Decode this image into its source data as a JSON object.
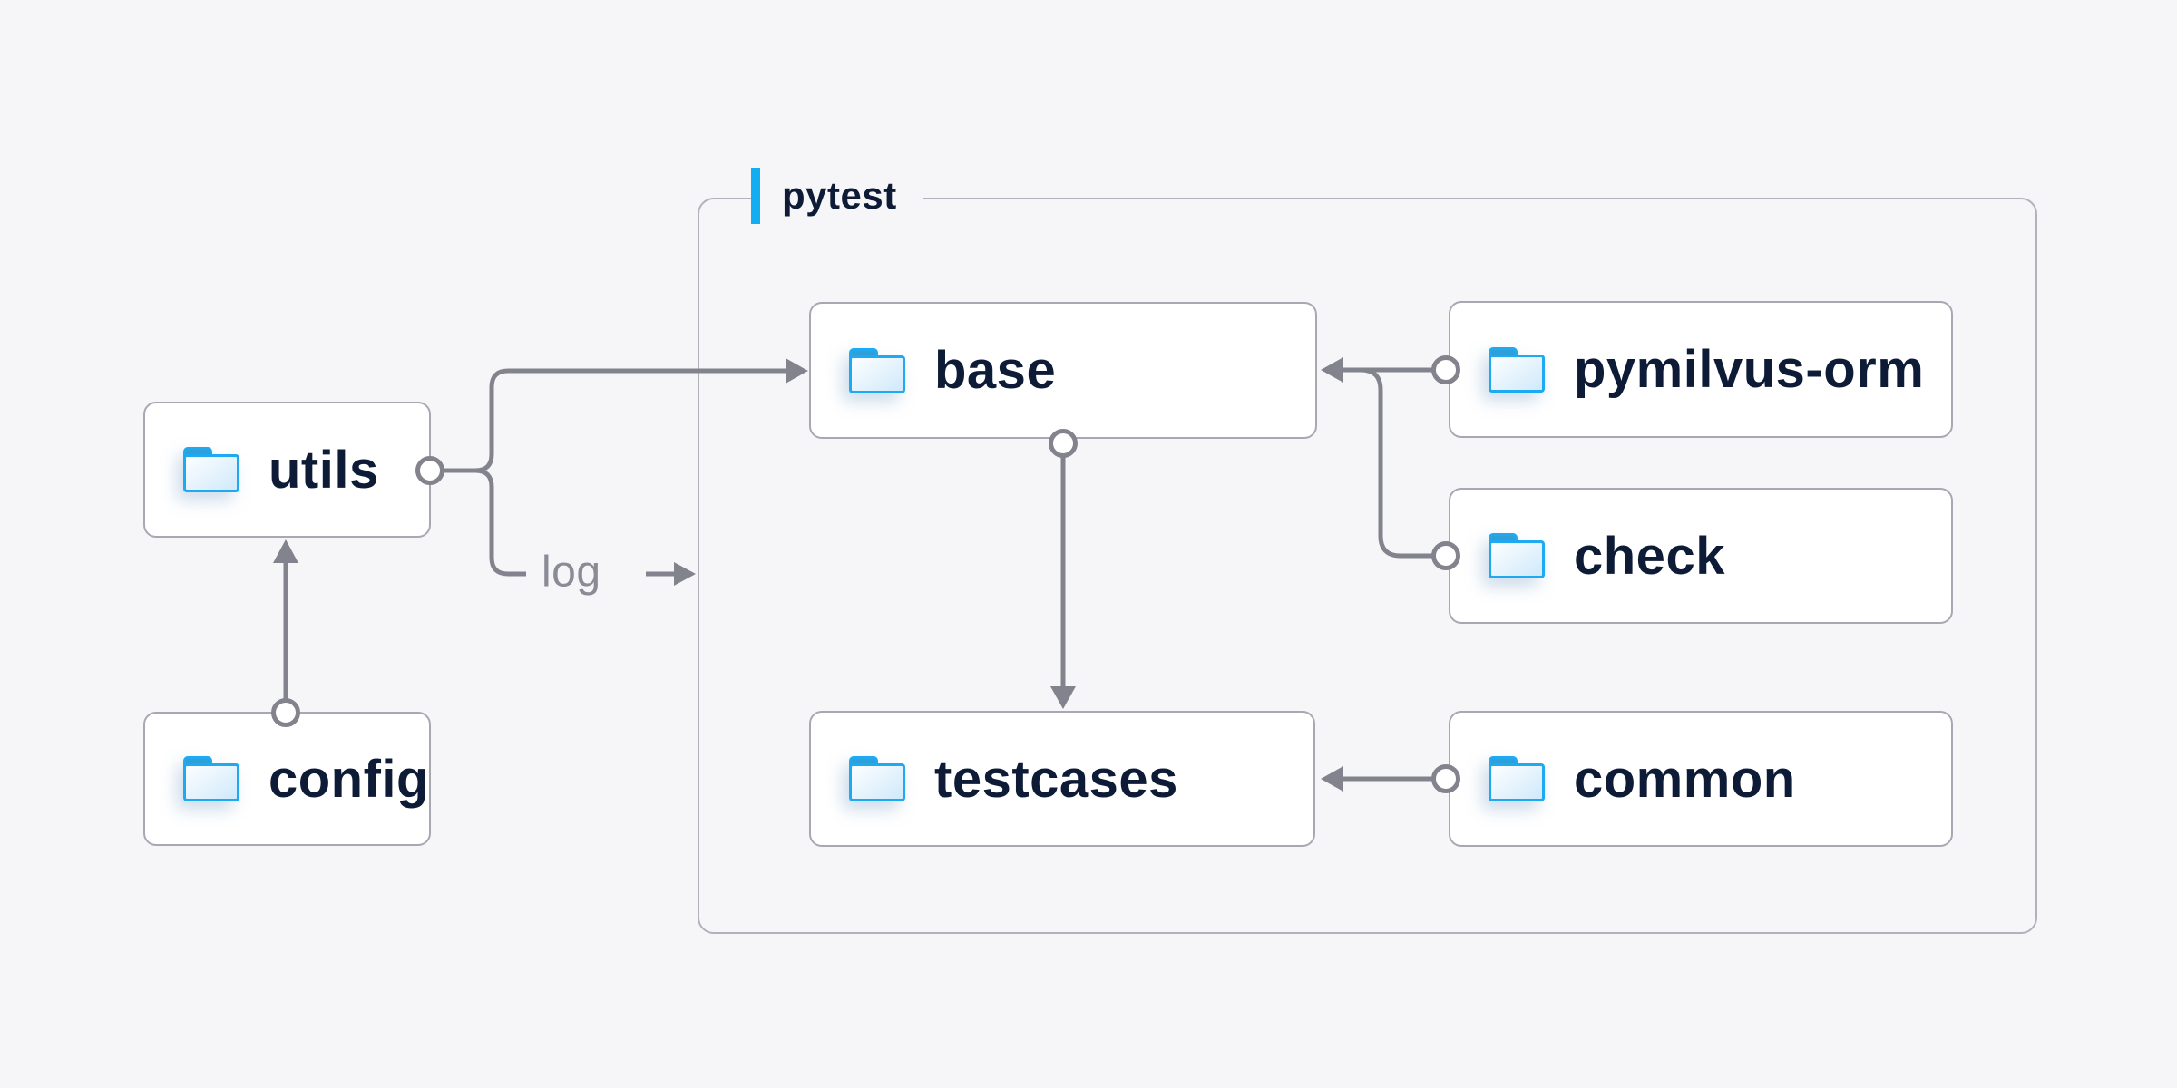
{
  "diagram": {
    "container": {
      "label": "pytest"
    },
    "nodes": {
      "utils": {
        "label": "utils",
        "icon": "folder-icon"
      },
      "config": {
        "label": "config",
        "icon": "folder-icon"
      },
      "base": {
        "label": "base",
        "icon": "folder-icon"
      },
      "pymilvus_orm": {
        "label": "pymilvus-orm",
        "icon": "folder-icon"
      },
      "check": {
        "label": "check",
        "icon": "folder-icon"
      },
      "testcases": {
        "label": "testcases",
        "icon": "folder-icon"
      },
      "common": {
        "label": "common",
        "icon": "folder-icon"
      }
    },
    "edges": {
      "config_to_utils": "config -> utils",
      "utils_to_base": "utils -> base",
      "utils_to_log": "utils -> log (into pytest container)",
      "base_to_testcases": "base -> testcases",
      "pymilvus_check_to_base": "pymilvus-orm + check -> base",
      "common_to_testcases": "common -> testcases",
      "log_label": "log"
    },
    "colors": {
      "background": "#f6f6f8",
      "node_fill": "#ffffff",
      "node_border": "#a8a8b2",
      "container_border": "#b2b2bc",
      "connector": "#83838e",
      "label_text": "#0d1b36",
      "edge_label_text": "#8b8b96",
      "accent_blue": "#13aef2",
      "folder_outline": "#1ea9f0",
      "folder_tab": "#2f9fd9"
    }
  }
}
